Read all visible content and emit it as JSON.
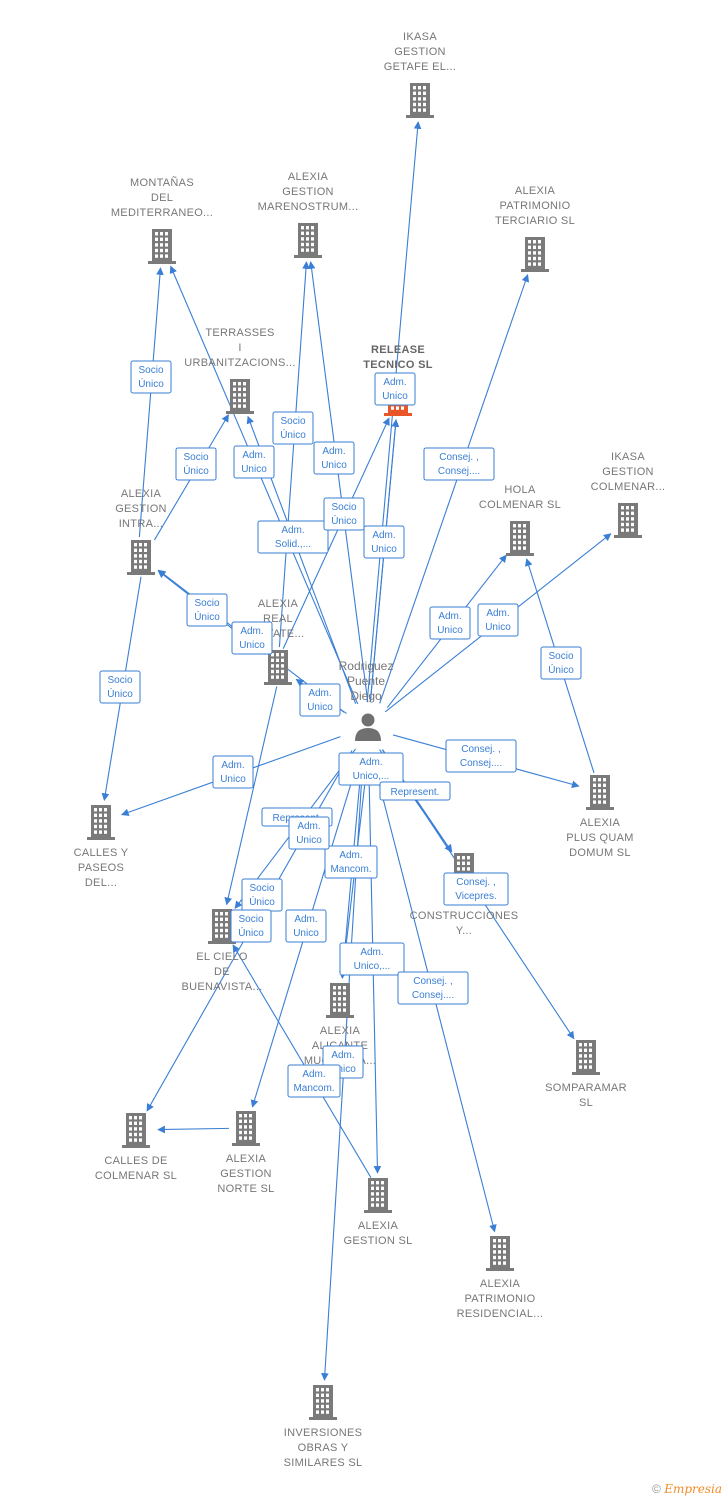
{
  "center": {
    "id": "person",
    "label": [
      "Rodriguez",
      "Puente",
      "Diego"
    ],
    "icon": "person-icon"
  },
  "colors": {
    "edge": "#3a7fd5",
    "building": "#7a7a7a",
    "highlight": "#e8562a"
  },
  "nodes": [
    {
      "id": "ikasa-getafe",
      "label": [
        "IKASA",
        "GESTION",
        "GETAFE EL..."
      ],
      "icon": "building-icon"
    },
    {
      "id": "montanas",
      "label": [
        "MONTAÑAS",
        "DEL",
        "MEDITERRANEO..."
      ],
      "icon": "building-icon"
    },
    {
      "id": "marenostrum",
      "label": [
        "ALEXIA",
        "GESTION",
        "MARENOSTRUM..."
      ],
      "icon": "building-icon"
    },
    {
      "id": "patrimonio-terciario",
      "label": [
        "ALEXIA",
        "PATRIMONIO",
        "TERCIARIO  SL"
      ],
      "icon": "building-icon"
    },
    {
      "id": "terrasses",
      "label": [
        "TERRASSES",
        "I",
        "URBANITZACIONS..."
      ],
      "icon": "building-icon"
    },
    {
      "id": "release",
      "label": [
        "RELEASE",
        "TECNICO  SL"
      ],
      "icon": "building-icon",
      "highlight": true
    },
    {
      "id": "ikasa-colmenar",
      "label": [
        "IKASA",
        "GESTION",
        "COLMENAR..."
      ],
      "icon": "building-icon"
    },
    {
      "id": "hola-colmenar",
      "label": [
        "HOLA",
        "COLMENAR  SL"
      ],
      "icon": "building-icon"
    },
    {
      "id": "gestion-intra",
      "label": [
        "ALEXIA",
        "GESTION",
        "INTRA..."
      ],
      "icon": "building-icon"
    },
    {
      "id": "real-estate",
      "label": [
        "ALEXIA",
        "REAL",
        "ESTATE..."
      ],
      "icon": "building-icon"
    },
    {
      "id": "calles-paseos",
      "label": [
        "CALLES Y",
        "PASEOS",
        "DEL..."
      ],
      "icon": "building-icon"
    },
    {
      "id": "plus-quam",
      "label": [
        "ALEXIA",
        "PLUS QUAM",
        "DOMUM  SL"
      ],
      "icon": "building-icon"
    },
    {
      "id": "construcciones",
      "label": [
        "...",
        "CONSTRUCCIONES",
        "Y..."
      ],
      "icon": "building-icon"
    },
    {
      "id": "cielo",
      "label": [
        "EL CIELO",
        "DE",
        "BUENAVISTA..."
      ],
      "icon": "building-icon"
    },
    {
      "id": "alicante",
      "label": [
        "ALEXIA",
        "ALICANTE",
        "MUCHAMIA..."
      ],
      "icon": "building-icon"
    },
    {
      "id": "somparamar",
      "label": [
        "SOMPARAMAR",
        "SL"
      ],
      "icon": "building-icon"
    },
    {
      "id": "calles-colmenar",
      "label": [
        "CALLES DE",
        "COLMENAR  SL"
      ],
      "icon": "building-icon"
    },
    {
      "id": "gestion-norte",
      "label": [
        "ALEXIA",
        "GESTION",
        "NORTE  SL"
      ],
      "icon": "building-icon"
    },
    {
      "id": "gestion-sl",
      "label": [
        "ALEXIA",
        "GESTION  SL"
      ],
      "icon": "building-icon"
    },
    {
      "id": "patrimonio-residencial",
      "label": [
        "ALEXIA",
        "PATRIMONIO",
        "RESIDENCIAL..."
      ],
      "icon": "building-icon"
    },
    {
      "id": "inversiones",
      "label": [
        "INVERSIONES",
        "OBRAS Y",
        "SIMILARES SL"
      ],
      "icon": "building-icon"
    }
  ],
  "edges": [
    {
      "from": "person",
      "to": "ikasa-getafe",
      "label": []
    },
    {
      "from": "person",
      "to": "release",
      "label": [
        "Adm.",
        "Unico"
      ]
    },
    {
      "from": "person",
      "to": "patrimonio-terciario",
      "label": [
        "Consej. ,",
        "Consej...."
      ]
    },
    {
      "from": "gestion-intra",
      "to": "montanas",
      "label": [
        "Socio",
        "Único"
      ]
    },
    {
      "from": "person",
      "to": "montanas",
      "label": [
        "Adm.",
        "Solid.,..."
      ]
    },
    {
      "from": "gestion-intra",
      "to": "terrasses",
      "label": [
        "Socio",
        "Único"
      ]
    },
    {
      "from": "person",
      "to": "terrasses",
      "label": [
        "Adm.",
        "Unico"
      ]
    },
    {
      "from": "real-estate",
      "to": "marenostrum",
      "label": [
        "Socio",
        "Único"
      ]
    },
    {
      "from": "person",
      "to": "marenostrum",
      "label": [
        "Adm.",
        "Unico"
      ]
    },
    {
      "from": "real-estate",
      "to": "release",
      "label": [
        "Socio",
        "Único"
      ]
    },
    {
      "from": "person",
      "to": "release",
      "label": [
        "Adm.",
        "Unico"
      ]
    },
    {
      "from": "person",
      "to": "hola-colmenar",
      "label": [
        "Adm.",
        "Unico"
      ]
    },
    {
      "from": "person",
      "to": "ikasa-colmenar",
      "label": [
        "Adm.",
        "Unico"
      ]
    },
    {
      "from": "plus-quam",
      "to": "hola-colmenar",
      "label": [
        "Socio",
        "Único"
      ]
    },
    {
      "from": "real-estate",
      "to": "gestion-intra",
      "label": [
        "Socio",
        "Único"
      ]
    },
    {
      "from": "person",
      "to": "gestion-intra",
      "label": [
        "Adm.",
        "Unico"
      ]
    },
    {
      "from": "person",
      "to": "real-estate",
      "label": [
        "Adm.",
        "Unico"
      ]
    },
    {
      "from": "gestion-intra",
      "to": "calles-paseos",
      "label": [
        "Socio",
        "Único"
      ]
    },
    {
      "from": "person",
      "to": "calles-paseos",
      "label": [
        "Adm.",
        "Unico"
      ]
    },
    {
      "from": "person",
      "to": "plus-quam",
      "label": [
        "Consej. ,",
        "Consej...."
      ]
    },
    {
      "from": "person",
      "to": "cielo",
      "label": [
        "Adm.",
        "Unico,..."
      ]
    },
    {
      "from": "person",
      "to": "construcciones",
      "label": [
        "Represent."
      ]
    },
    {
      "from": "person",
      "to": "construcciones",
      "label": [
        "Represent."
      ]
    },
    {
      "from": "real-estate",
      "to": "cielo",
      "label": [
        "Socio",
        "Único"
      ]
    },
    {
      "from": "person",
      "to": "alicante",
      "label": [
        "Adm.",
        "Mancom."
      ]
    },
    {
      "from": "person",
      "to": "somparamar",
      "label": [
        "Consej. ,",
        "Vicepres."
      ]
    },
    {
      "from": "gestion-norte",
      "to": "calles-colmenar",
      "label": [
        "Socio",
        "Único"
      ]
    },
    {
      "from": "person",
      "to": "calles-colmenar",
      "label": [
        "Adm.",
        "Unico"
      ]
    },
    {
      "from": "person",
      "to": "gestion-norte",
      "label": [
        "Adm.",
        "Unico"
      ]
    },
    {
      "from": "person",
      "to": "alicante",
      "label": [
        "Adm.",
        "Unico,..."
      ]
    },
    {
      "from": "person",
      "to": "patrimonio-residencial",
      "label": [
        "Consej. ,",
        "Consej...."
      ]
    },
    {
      "from": "person",
      "to": "gestion-sl",
      "label": [
        "Adm.",
        "Unico"
      ]
    },
    {
      "from": "gestion-sl",
      "to": "cielo",
      "label": [
        "Adm.",
        "Mancom."
      ]
    },
    {
      "from": "person",
      "to": "inversiones",
      "label": []
    }
  ],
  "footer": {
    "copyright": "©",
    "brand": "Empresia"
  }
}
